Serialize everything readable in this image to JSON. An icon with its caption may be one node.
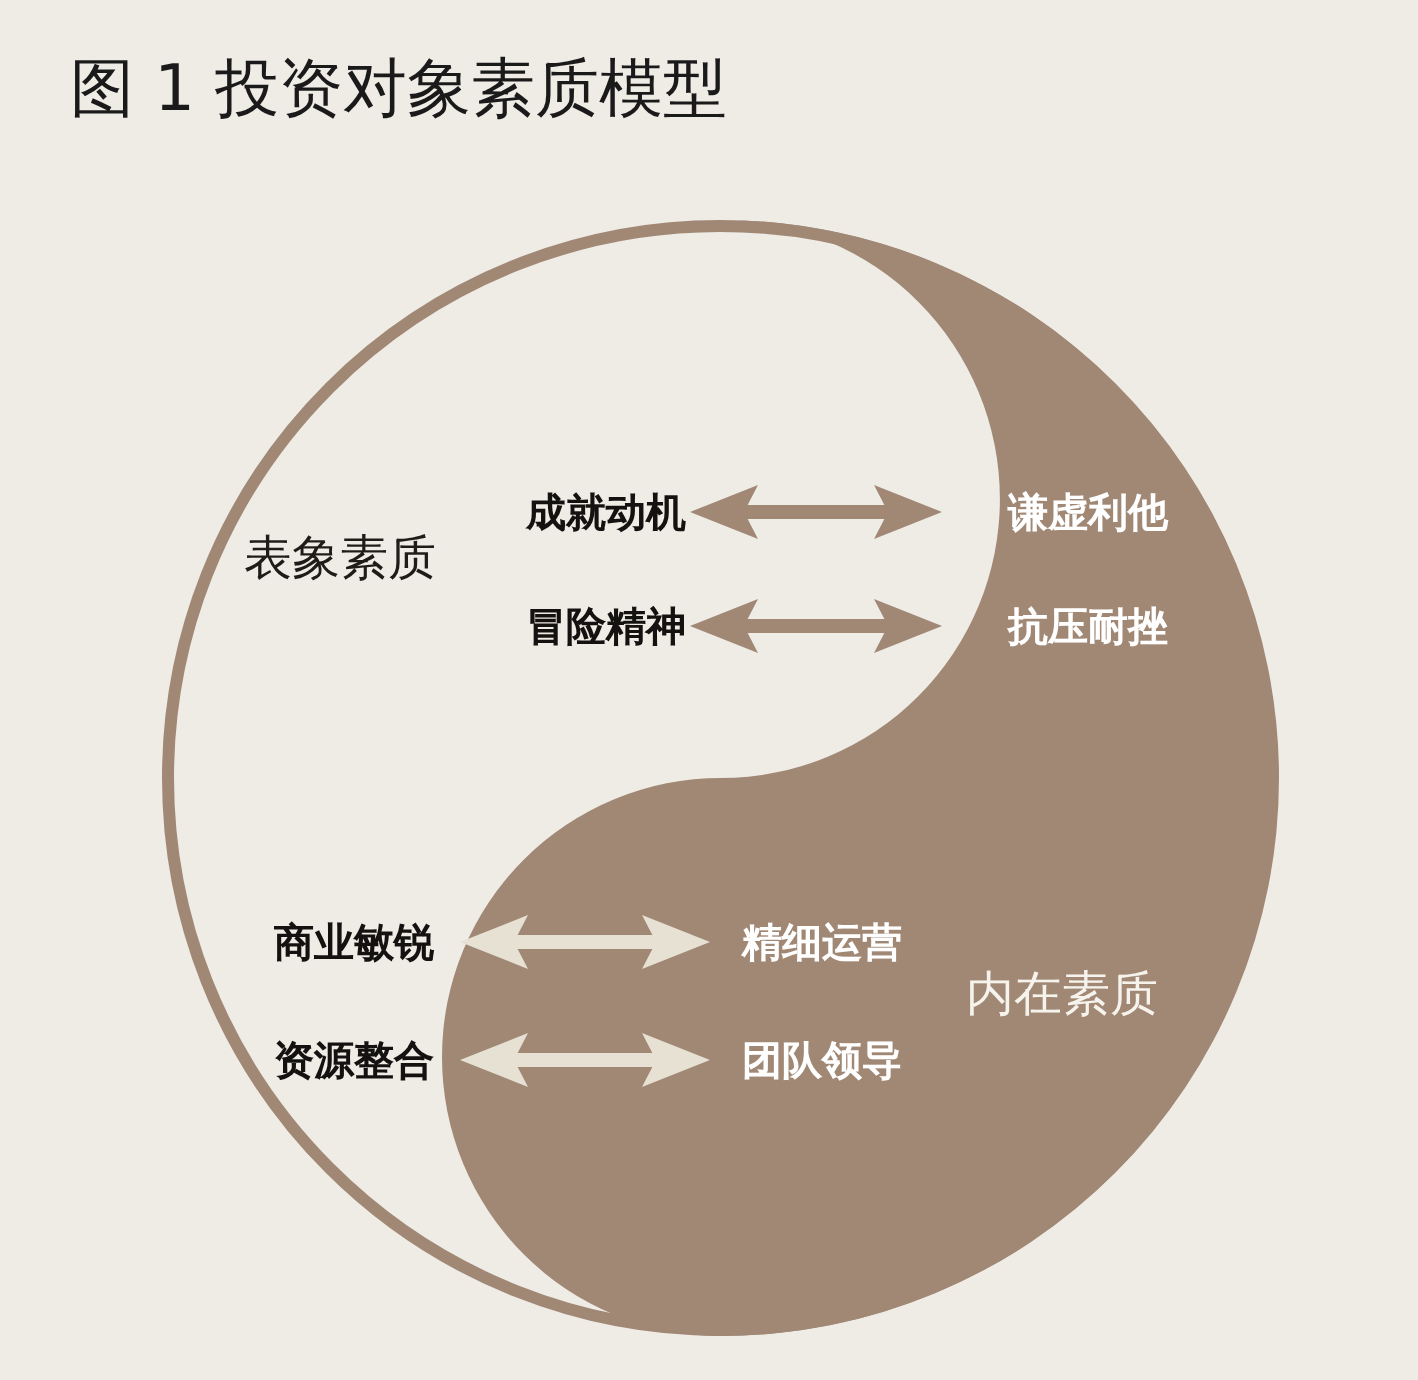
{
  "diagram": {
    "title": "图 1 投资对象素质模型",
    "nodes": [
      {
        "text": [
          "表象素质"
        ]
      },
      {
        "text": [
          "成就动机"
        ],
        "in": 0
      },
      {
        "text": [
          "冒险精神"
        ],
        "in": 0
      },
      {
        "text": [
          "商业敏锐"
        ],
        "in": 0
      },
      {
        "text": [
          "资源整合"
        ],
        "in": 0
      },
      {
        "text": [
          "内在素质"
        ],
        "in": 0
      },
      {
        "text": [
          "谦虚利他"
        ],
        "in": 5
      },
      {
        "text": [
          "抗压耐挫"
        ],
        "in": 5
      },
      {
        "text": [
          "精细运营"
        ],
        "in": 5
      },
      {
        "text": [
          "团队领导"
        ],
        "in": 5
      }
    ],
    "edges": [
      {
        "from": 1,
        "to": 6,
        "arrow": "both",
        "color": "#a08875"
      },
      {
        "from": 2,
        "to": 7,
        "arrow": "both",
        "color": "#a08875"
      },
      {
        "from": 3,
        "to": 8,
        "arrow": "both",
        "color": "#e6e1d2"
      },
      {
        "from": 4,
        "to": 9,
        "arrow": "both",
        "color": "#e6e1d2"
      }
    ]
  }
}
